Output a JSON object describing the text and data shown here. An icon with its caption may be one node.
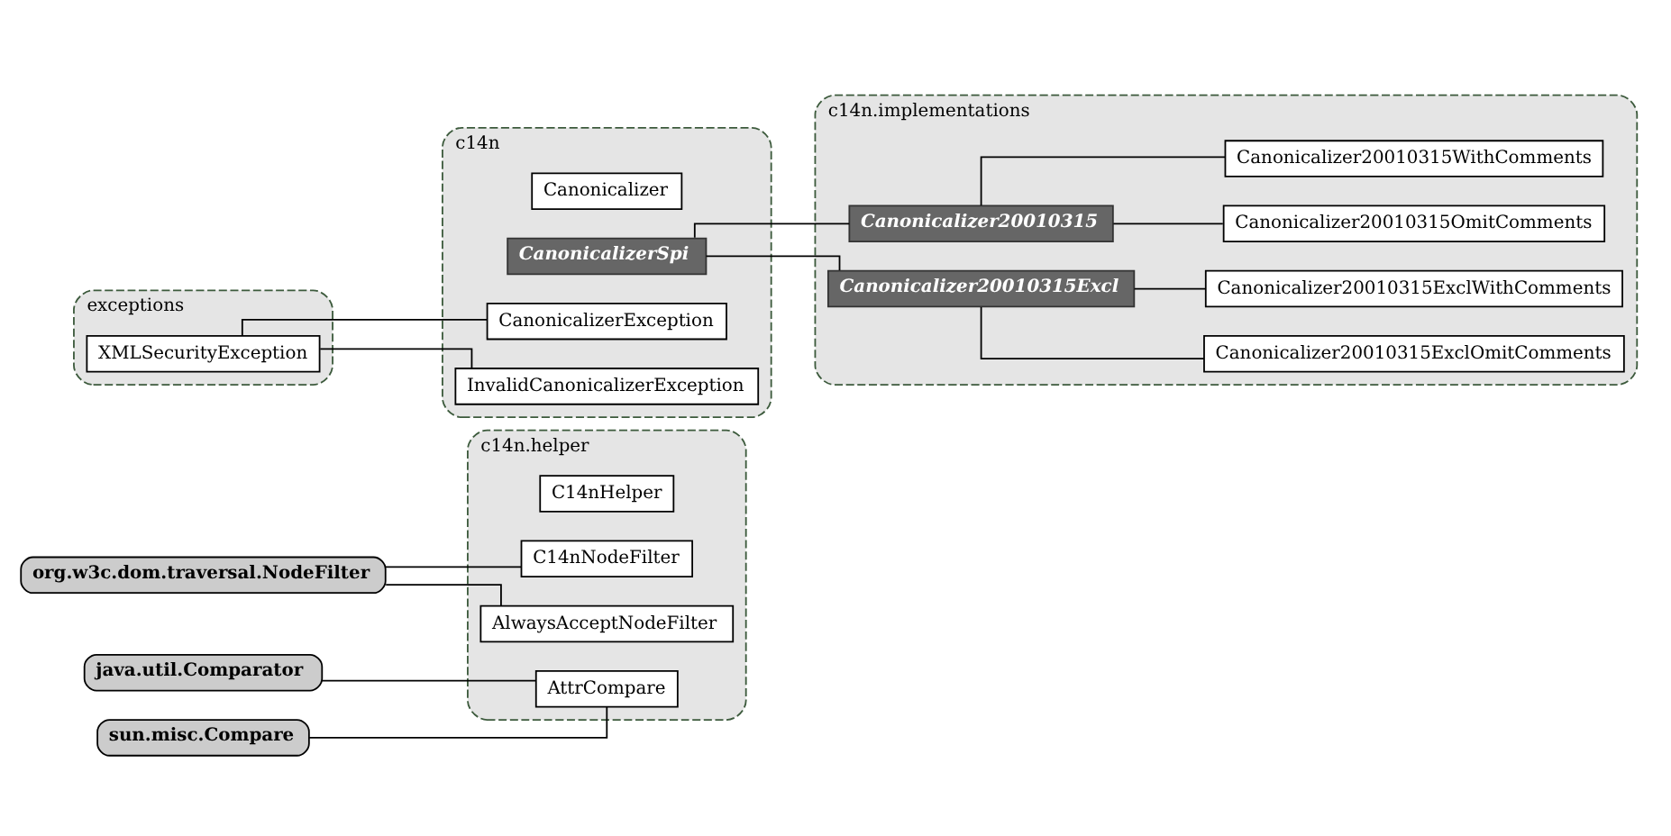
{
  "diagram": {
    "nodes": [
      {
        "text": [
          "c14n"
        ]
      },
      {
        "text": [
          "Canonicalizer"
        ],
        "in": 0
      },
      {
        "text": [
          "CanonicalizerSpi"
        ],
        "in": 0
      },
      {
        "text": [
          "c14n.implementations"
        ]
      },
      {
        "text": [
          "Canonicalizer20010315"
        ],
        "in": 3
      },
      {
        "text": [
          "Canonicalizer20010315OmitComments"
        ],
        "in": 3
      },
      {
        "text": [
          "Canonicalizer20010315WithComments"
        ],
        "in": 3
      },
      {
        "text": [
          "Canonicalizer20010315Excl"
        ],
        "in": 3
      },
      {
        "text": [
          "Canonicalizer20010315ExclOmitComments"
        ],
        "in": 3
      },
      {
        "text": [
          "Canonicalizer20010315ExclWithComments"
        ],
        "in": 3
      },
      {
        "text": [
          "exceptions"
        ]
      },
      {
        "text": [
          "XMLSecurityException"
        ],
        "in": 10
      },
      {
        "text": [
          "CanonicalizerException"
        ],
        "in": 0
      },
      {
        "text": [
          "InvalidCanonicalizerException"
        ],
        "in": 0
      },
      {
        "text": [
          "c14n.helper"
        ]
      },
      {
        "text": [
          "org.w3c.dom.traversal.NodeFilter"
        ]
      },
      {
        "text": [
          "AlwaysAcceptNodeFilter"
        ],
        "in": 14
      },
      {
        "text": [
          "C14nNodeFilter"
        ],
        "in": 14
      },
      {
        "text": [
          "java.util.Comparator"
        ]
      },
      {
        "text": [
          "AttrCompare"
        ],
        "in": 14
      },
      {
        "text": [
          "sun.misc.Compare"
        ]
      },
      {
        "text": [
          "C14nHelper"
        ],
        "in": 14
      }
    ],
    "edges": [
      {
        "from": 2,
        "to": 4,
        "arrow": "none"
      },
      {
        "from": 2,
        "to": 7,
        "arrow": "none"
      },
      {
        "from": 4,
        "to": 5,
        "arrow": "none"
      },
      {
        "from": 4,
        "to": 6,
        "arrow": "none"
      },
      {
        "from": 7,
        "to": 8,
        "arrow": "none"
      },
      {
        "from": 7,
        "to": 9,
        "arrow": "none"
      },
      {
        "from": 11,
        "to": 12,
        "arrow": "none"
      },
      {
        "from": 11,
        "to": 13,
        "arrow": "none"
      },
      {
        "from": 15,
        "to": 16,
        "arrow": "none"
      },
      {
        "from": 15,
        "to": 17,
        "arrow": "none"
      },
      {
        "from": 18,
        "to": 19,
        "arrow": "none"
      },
      {
        "from": 20,
        "to": 19,
        "arrow": "none"
      }
    ]
  }
}
